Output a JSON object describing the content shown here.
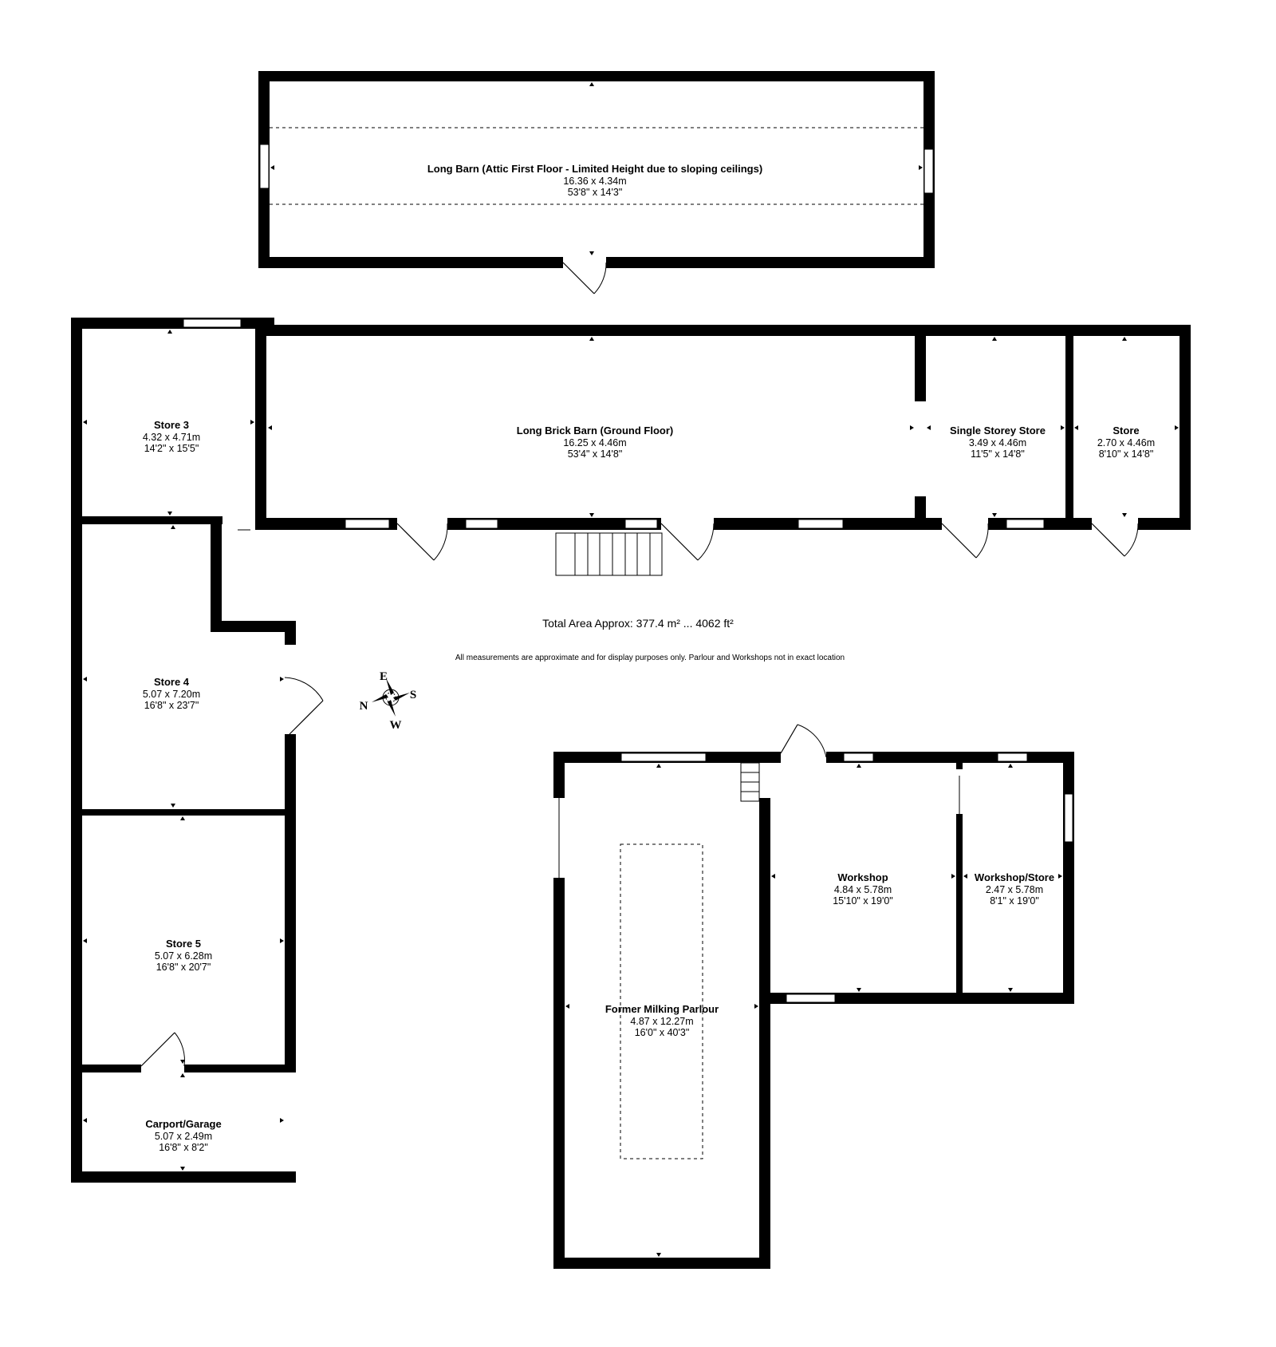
{
  "rooms": {
    "long_barn_attic": {
      "name": "Long Barn (Attic First Floor - Limited Height due to sloping ceilings)",
      "metric": "16.36 x 4.34m",
      "imperial": "53'8\" x 14'3\""
    },
    "store_3": {
      "name": "Store 3",
      "metric": "4.32 x 4.71m",
      "imperial": "14'2\" x 15'5\""
    },
    "long_brick_barn": {
      "name": "Long Brick Barn (Ground Floor)",
      "metric": "16.25 x 4.46m",
      "imperial": "53'4\" x 14'8\""
    },
    "single_storey_store": {
      "name": "Single Storey Store",
      "metric": "3.49 x 4.46m",
      "imperial": "11'5\" x 14'8\""
    },
    "store": {
      "name": "Store",
      "metric": "2.70 x 4.46m",
      "imperial": "8'10\" x 14'8\""
    },
    "store_4": {
      "name": "Store 4",
      "metric": "5.07 x 7.20m",
      "imperial": "16'8\" x 23'7\""
    },
    "store_5": {
      "name": "Store 5",
      "metric": "5.07 x 6.28m",
      "imperial": "16'8\" x 20'7\""
    },
    "carport_garage": {
      "name": "Carport/Garage",
      "metric": "5.07 x 2.49m",
      "imperial": "16'8\" x 8'2\""
    },
    "workshop": {
      "name": "Workshop",
      "metric": "4.84 x 5.78m",
      "imperial": "15'10\" x 19'0\""
    },
    "workshop_store": {
      "name": "Workshop/Store",
      "metric": "2.47 x 5.78m",
      "imperial": "8'1\" x 19'0\""
    },
    "milking_parlour": {
      "name": "Former Milking Parlour",
      "metric": "4.87 x 12.27m",
      "imperial": "16'0\" x 40'3\""
    }
  },
  "total_area": "Total Area Approx: 377.4 m² ... 4062 ft²",
  "disclaimer": "All measurements are approximate and for display purposes only. Parlour and Workshops not in exact location",
  "compass": {
    "n": "N",
    "e": "E",
    "s": "S",
    "w": "W"
  }
}
